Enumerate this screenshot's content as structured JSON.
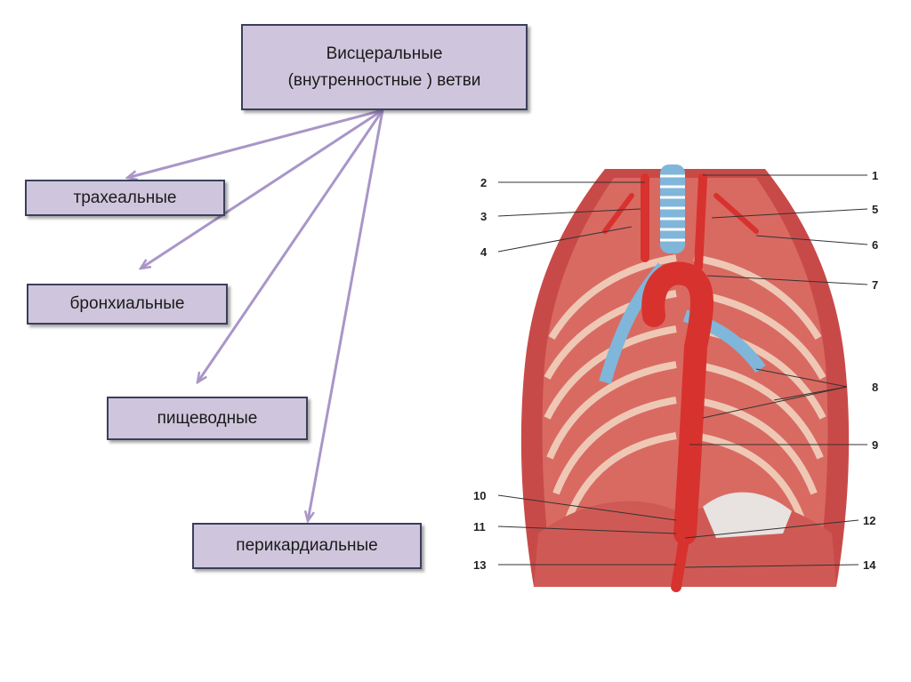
{
  "root": {
    "line1": "Висцеральные",
    "line2": "(внутренностные ) ветви"
  },
  "branches": [
    {
      "label": "трахеальные"
    },
    {
      "label": "бронхиальные"
    },
    {
      "label": "пищеводные"
    },
    {
      "label": "перикардиальные"
    }
  ],
  "figure_labels": [
    "1",
    "2",
    "3",
    "4",
    "5",
    "6",
    "7",
    "8",
    "9",
    "10",
    "11",
    "12",
    "13",
    "14"
  ],
  "colors": {
    "box_fill": "#cfc6dd",
    "box_border": "#3a3f5a",
    "arrow": "#a996c8",
    "artery": "#d8322e",
    "muscle": "#c94848",
    "trachea": "#7fb6d9"
  }
}
